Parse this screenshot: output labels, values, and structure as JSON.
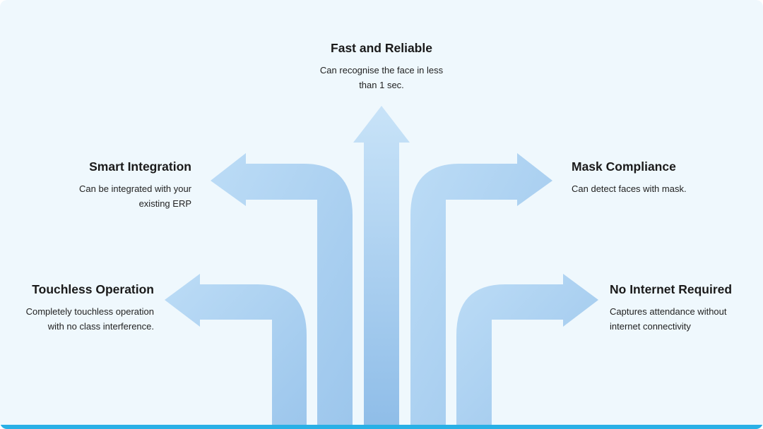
{
  "features": [
    {
      "id": "fast",
      "title": "Fast and Reliable",
      "desc": [
        "Can recognise the face in less",
        "than 1 sec."
      ]
    },
    {
      "id": "smart",
      "title": "Smart Integration",
      "desc": [
        "Can be integrated with your",
        "existing ERP"
      ]
    },
    {
      "id": "mask",
      "title": "Mask Compliance",
      "desc": [
        "Can detect faces with mask."
      ]
    },
    {
      "id": "touchless",
      "title": "Touchless Operation",
      "desc": [
        "Completely touchless operation",
        "with no class interference."
      ]
    },
    {
      "id": "internet",
      "title": "No Internet Required",
      "desc": [
        "Captures attendance without",
        "internet connectivity"
      ]
    }
  ],
  "colors": {
    "background": "#eff8fd",
    "arrow_light": "#c8e3f8",
    "arrow_dark": "#8fbde8",
    "baseline": "#29b0e6"
  }
}
